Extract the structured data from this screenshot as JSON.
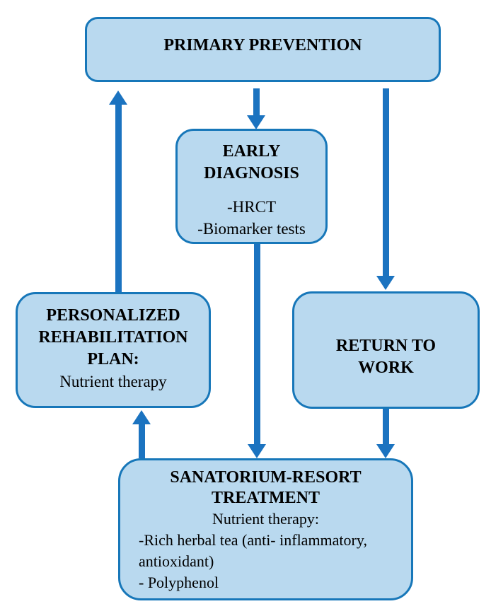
{
  "diagram": {
    "type": "flowchart",
    "background": "#ffffff",
    "colors": {
      "node_fill": "#b9d9ef",
      "node_border": "#1777b9",
      "arrow": "#1b73c0",
      "text": "#000000"
    },
    "nodes": {
      "primary_prevention": {
        "label": "PRIMARY PREVENTION"
      },
      "early_diagnosis": {
        "heading1": "EARLY",
        "heading2": "DIAGNOSIS",
        "item1": "-HRCT",
        "item2": "-Biomarker tests"
      },
      "personalized_rehabilitation": {
        "heading1": "PERSONALIZED",
        "heading2": "REHABILITATION",
        "heading3": "PLAN:",
        "body": "Nutrient therapy"
      },
      "return_to_work": {
        "heading1": "RETURN TO",
        "heading2": "WORK"
      },
      "sanatorium_resort": {
        "heading1": "SANATORIUM-RESORT",
        "heading2": "TREATMENT",
        "subheading": "Nutrient therapy:",
        "item1": "-Rich herbal tea (anti- inflammatory,",
        "item2": "antioxidant)",
        "item3": "- Polyphenol"
      }
    },
    "edges": [
      {
        "from": "primary_prevention",
        "to": "early_diagnosis",
        "direction": "down"
      },
      {
        "from": "primary_prevention",
        "to": "return_to_work",
        "direction": "down"
      },
      {
        "from": "personalized_rehabilitation",
        "to": "primary_prevention",
        "direction": "up"
      },
      {
        "from": "early_diagnosis",
        "to": "sanatorium_resort",
        "direction": "down"
      },
      {
        "from": "return_to_work",
        "to": "sanatorium_resort",
        "direction": "down"
      },
      {
        "from": "sanatorium_resort",
        "to": "personalized_rehabilitation",
        "direction": "up"
      }
    ]
  }
}
